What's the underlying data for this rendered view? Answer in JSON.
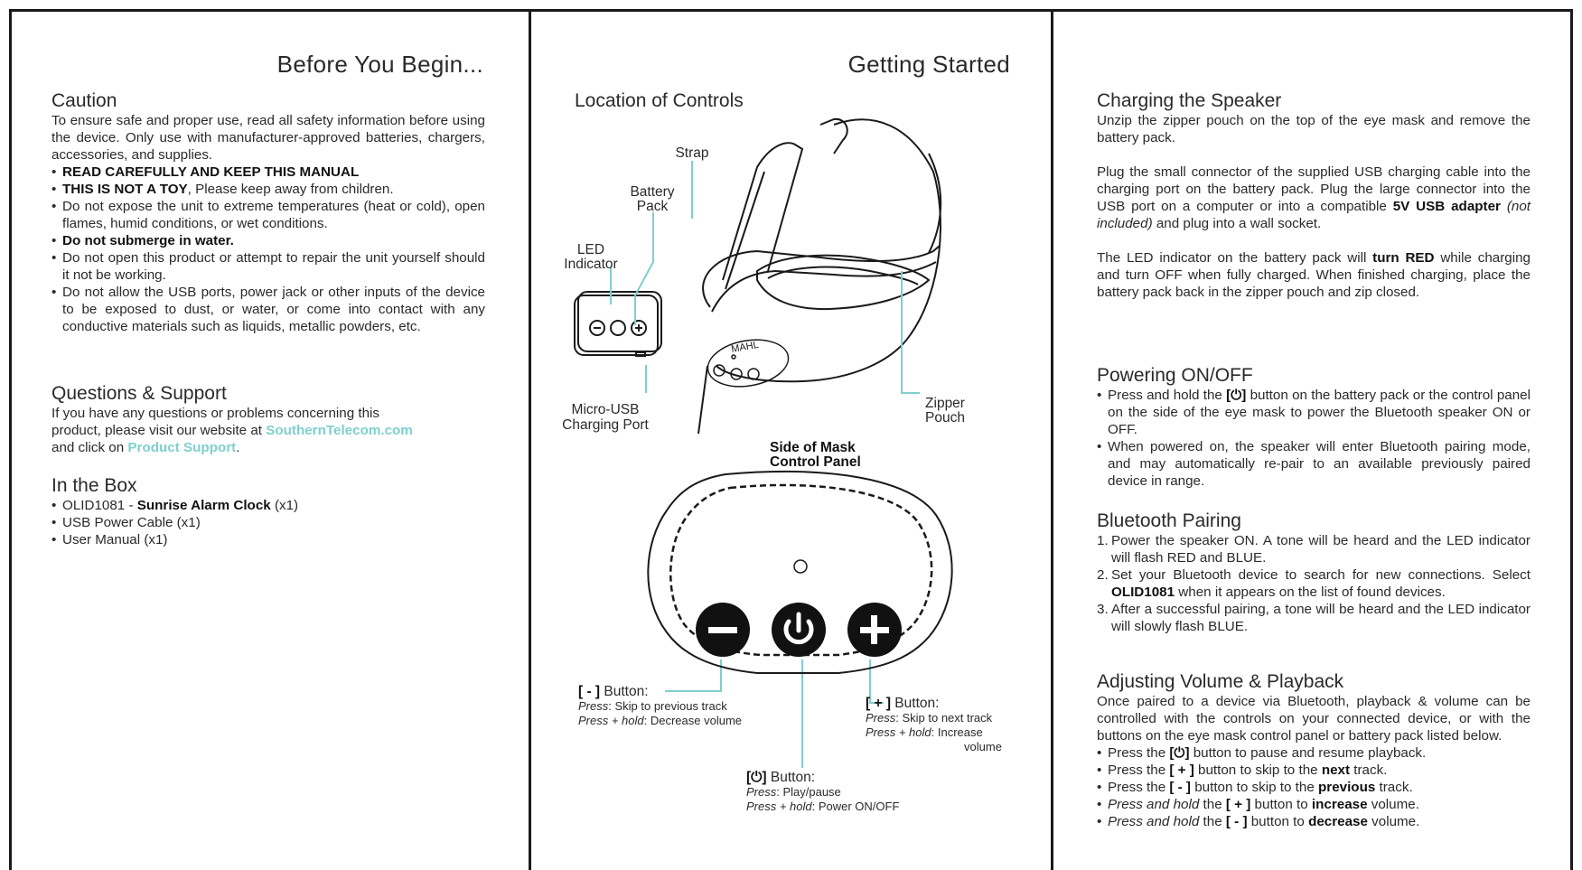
{
  "panel1": {
    "title": "Before You Begin...",
    "caution": {
      "heading": "Caution",
      "intro": "To ensure safe and proper use, read all safety information before using the device. Only use with manufacturer-approved batteries, chargers, accessories, and supplies.",
      "b1": "READ CAREFULLY AND KEEP THIS MANUAL",
      "b2_bold": "THIS IS NOT A TOY",
      "b2_rest": ", Please keep away from children.",
      "b3": "Do not expose the unit to extreme temperatures (heat or cold), open flames, humid conditions, or wet conditions.",
      "b4": "Do not submerge in water.",
      "b5": "Do not open this product or attempt to repair the unit yourself should it not be working.",
      "b6": "Do not allow the USB ports, power jack or other inputs of the device to be exposed to dust, or water, or come into contact with any conductive materials such as liquids, metallic powders, etc."
    },
    "support": {
      "heading": "Questions & Support",
      "l1": "If you have any questions or problems concerning this",
      "l2": "product, please visit our website at ",
      "website": "SouthernTelecom.com",
      "l3": "and click on ",
      "support_link": "Product Support",
      "l3_end": "."
    },
    "box": {
      "heading": "In the Box",
      "i1_a": "OLID1081 - ",
      "i1_b": "Sunrise Alarm Clock",
      "i1_c": " (x1)",
      "i2": "USB Power Cable (x1)",
      "i3": "User Manual (x1)"
    }
  },
  "panel2": {
    "title": "Getting Started",
    "heading": "Location of Controls",
    "labels": {
      "strap": "Strap",
      "battery1": "Battery",
      "battery2": "Pack",
      "led1": "LED",
      "led2": "Indicator",
      "usb1": "Micro-USB",
      "usb2": "Charging Port",
      "zip1": "Zipper",
      "zip2": "Pouch",
      "brand": "MAHL",
      "side1": "Side of Mask",
      "side2": "Control Panel"
    },
    "minus": {
      "label": "[ - ]",
      "word": " Button:",
      "p1k": "Press",
      "p1v": ": Skip to previous track",
      "p2k": "Press + hold",
      "p2v": ": Decrease volume"
    },
    "plus": {
      "label": "[ + ]",
      "word": " Button:",
      "p1k": "Press",
      "p1v": ": Skip to next track",
      "p2k": "Press + hold",
      "p2v": ": Increase",
      "p2v2": "volume"
    },
    "power": {
      "label": "[⏻]",
      "word": " Button:",
      "p1k": "Press",
      "p1v": ": Play/pause",
      "p2k": "Press + hold",
      "p2v": ": Power ON/OFF"
    }
  },
  "panel3": {
    "charging": {
      "heading": "Charging the Speaker",
      "p1": "Unzip the zipper pouch on the top of the eye mask and remove the battery pack.",
      "p2a": "Plug the small connector of the supplied USB charging cable into the charging port on the battery pack. Plug the large connector into the USB port on a computer or into a compatible ",
      "p2b": "5V USB adapter",
      "p2c": " (not included)",
      "p2d": " and plug into a wall socket.",
      "p3a": "The LED indicator on the battery pack will ",
      "p3b": "turn RED",
      "p3c": " while charging and turn OFF when fully charged. When finished charging, place the battery pack back in the zipper pouch and zip closed."
    },
    "power": {
      "heading": "Powering ON/OFF",
      "b1a": "Press and hold the ",
      "b1b": "[⏻]",
      "b1c": " button on the battery pack or the control panel on the side of the eye mask to power the Bluetooth speaker ON or OFF.",
      "b2": "When powered on, the speaker will enter Bluetooth pairing mode, and may automatically re-pair to an available previously paired device in range."
    },
    "pairing": {
      "heading": "Bluetooth Pairing",
      "s1a": "Power the speaker ON. A tone will be heard and the LED indicator will ",
      "s1b": "flash RED and BLUE.",
      "s2a": "Set your Bluetooth device to search for new connections. Select ",
      "s2b": "OLID1081",
      "s2c": " when it appears on the list of found devices.",
      "s3a": "After a successful pairing, a tone will be heard and the LED indicator will ",
      "s3b": "slowly flash BLUE."
    },
    "volume": {
      "heading": "Adjusting Volume & Playback",
      "intro": "Once paired to a device via Bluetooth, playback & volume can be controlled with the controls on your connected device, or with the buttons on the eye mask control panel or battery pack listed below.",
      "v1a": "Press the ",
      "v1b": "[⏻]",
      "v1c": " button to pause and resume playback.",
      "v2a": "Press the ",
      "v2b": "[ + ]",
      "v2c": " button to skip to the ",
      "v2d": "next",
      "v2e": " track.",
      "v3a": "Press the ",
      "v3b": "[ - ]",
      "v3c": " button to skip to the ",
      "v3d": "previous",
      "v3e": " track.",
      "v4a": "Press and hold",
      "v4b": " the ",
      "v4c": "[ + ]",
      "v4d": " button to ",
      "v4e": "increase",
      "v4f": " volume.",
      "v5a": "Press and hold",
      "v5b": " the ",
      "v5c": "[ - ]",
      "v5d": " button to ",
      "v5e": "decrease",
      "v5f": " volume."
    }
  },
  "colors": {
    "accent": "#7fcfcf",
    "ink": "#1a1a1a"
  }
}
